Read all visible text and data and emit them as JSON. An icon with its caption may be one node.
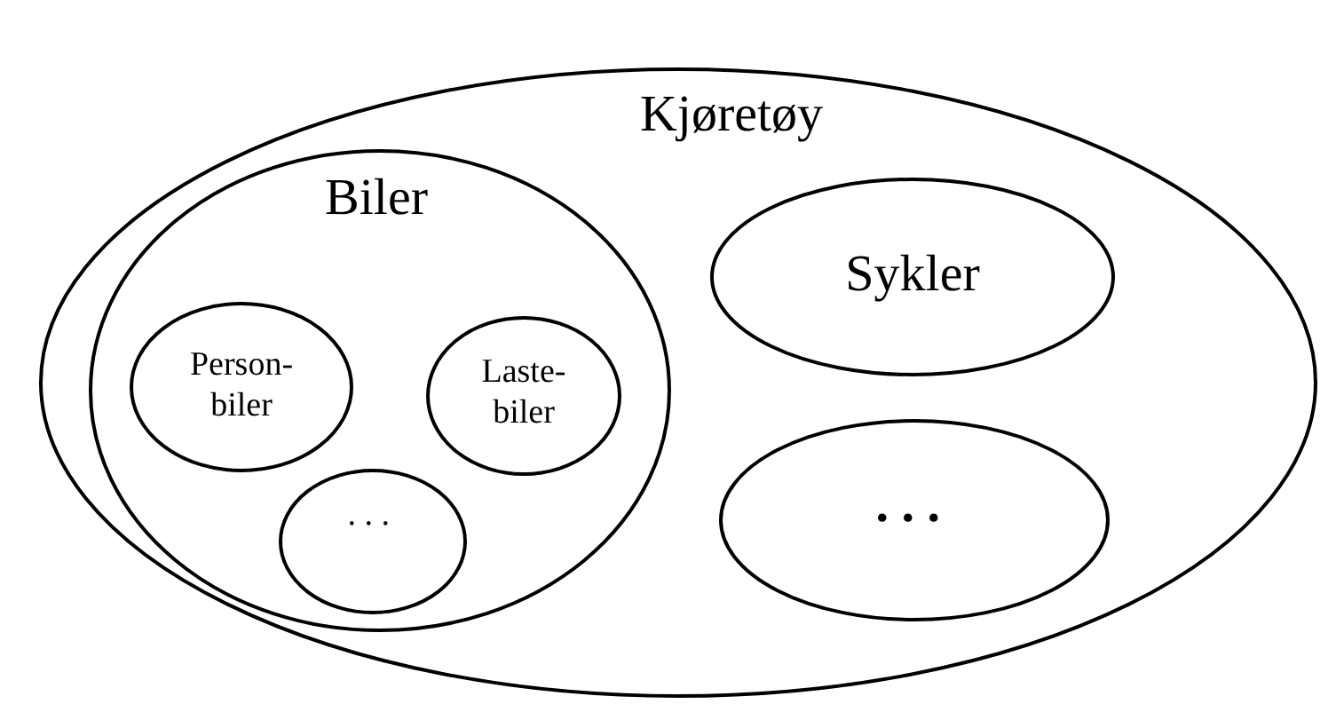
{
  "diagram": {
    "nodes": [
      {
        "text": [
          "Kjøretøy"
        ]
      },
      {
        "text": [
          "Biler"
        ],
        "in": 0
      },
      {
        "text": [
          "Person- biler"
        ],
        "in": 1
      },
      {
        "text": [
          "Laste- biler"
        ],
        "in": 1
      },
      {
        "text": [
          "..."
        ],
        "in": 1
      },
      {
        "text": [
          "Sykler"
        ],
        "in": 0
      },
      {
        "text": [
          "..."
        ],
        "in": 0
      }
    ],
    "edges": []
  }
}
